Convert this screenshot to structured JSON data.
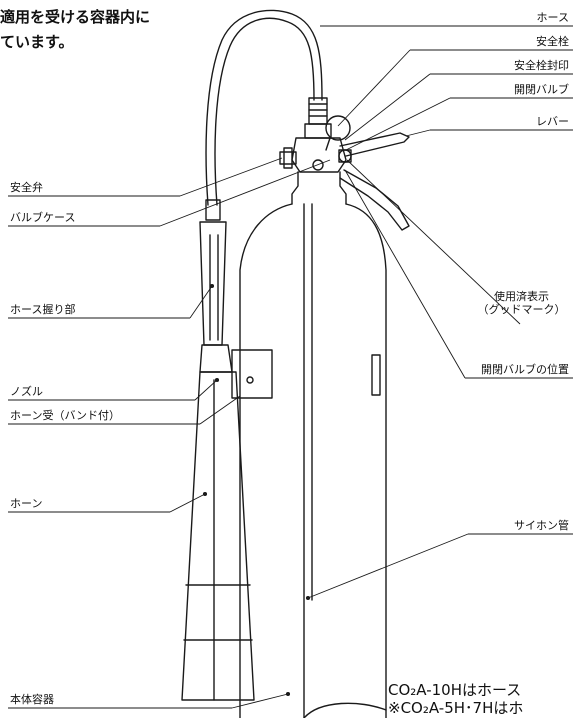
{
  "intro_text": {
    "line1": "適用を受ける容器内に",
    "line2": "ています。"
  },
  "labels": {
    "hose": "ホース",
    "safety_plug": "安全栓",
    "safety_plug_seal": "安全栓封印",
    "open_close_valve": "開閉バルブ",
    "lever": "レバー",
    "safety_valve": "安全弁",
    "valve_case": "バルブケース",
    "hose_grip": "ホース握り部",
    "used_indicator_line1": "使用済表示",
    "used_indicator_line2": "（グッドマーク）",
    "valve_position": "開閉バルブの位置",
    "nozzle": "ノズル",
    "horn_holder": "ホーン受（バンド付）",
    "horn": "ホーン",
    "siphon_tube": "サイホン管",
    "body_container": "本体容器"
  },
  "bottom_note": {
    "line1": "CO₂A-10Hはホース",
    "line2": "※CO₂A-5H･7Hはホ"
  },
  "colors": {
    "line": "#1a1a1a",
    "background": "#ffffff"
  }
}
